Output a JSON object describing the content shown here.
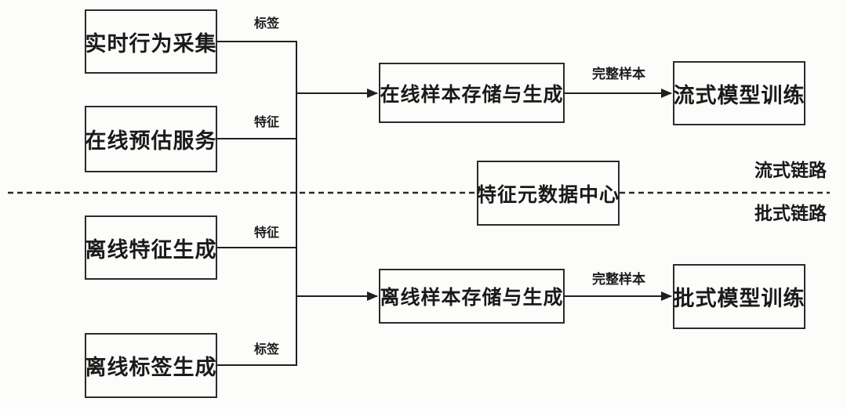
{
  "diagram": {
    "background_color": "#fcfcfa",
    "line_color": "#1f1f1f",
    "box_border_color": "#2b2b2b",
    "nodes": {
      "realtime_behavior_collection": "实时行为采集",
      "online_prediction_service": "在线预估服务",
      "offline_feature_generation": "离线特征生成",
      "offline_label_generation": "离线标签生成",
      "online_sample_storage_generation": "在线样本存储与生成",
      "feature_metadata_center": "特征元数据中心",
      "offline_sample_storage_generation": "离线样本存储与生成",
      "streaming_model_training": "流式模型训练",
      "batch_model_training": "批式模型训练"
    },
    "edge_labels": {
      "realtime_to_bus": "标签",
      "online_pred_to_bus": "特征",
      "offline_feature_to_bus": "特征",
      "offline_label_to_bus": "标签",
      "online_sample_to_stream": "完整样本",
      "offline_sample_to_batch": "完整样本"
    },
    "section_labels": {
      "streaming": "流式链路",
      "batch": "批式链路"
    }
  }
}
